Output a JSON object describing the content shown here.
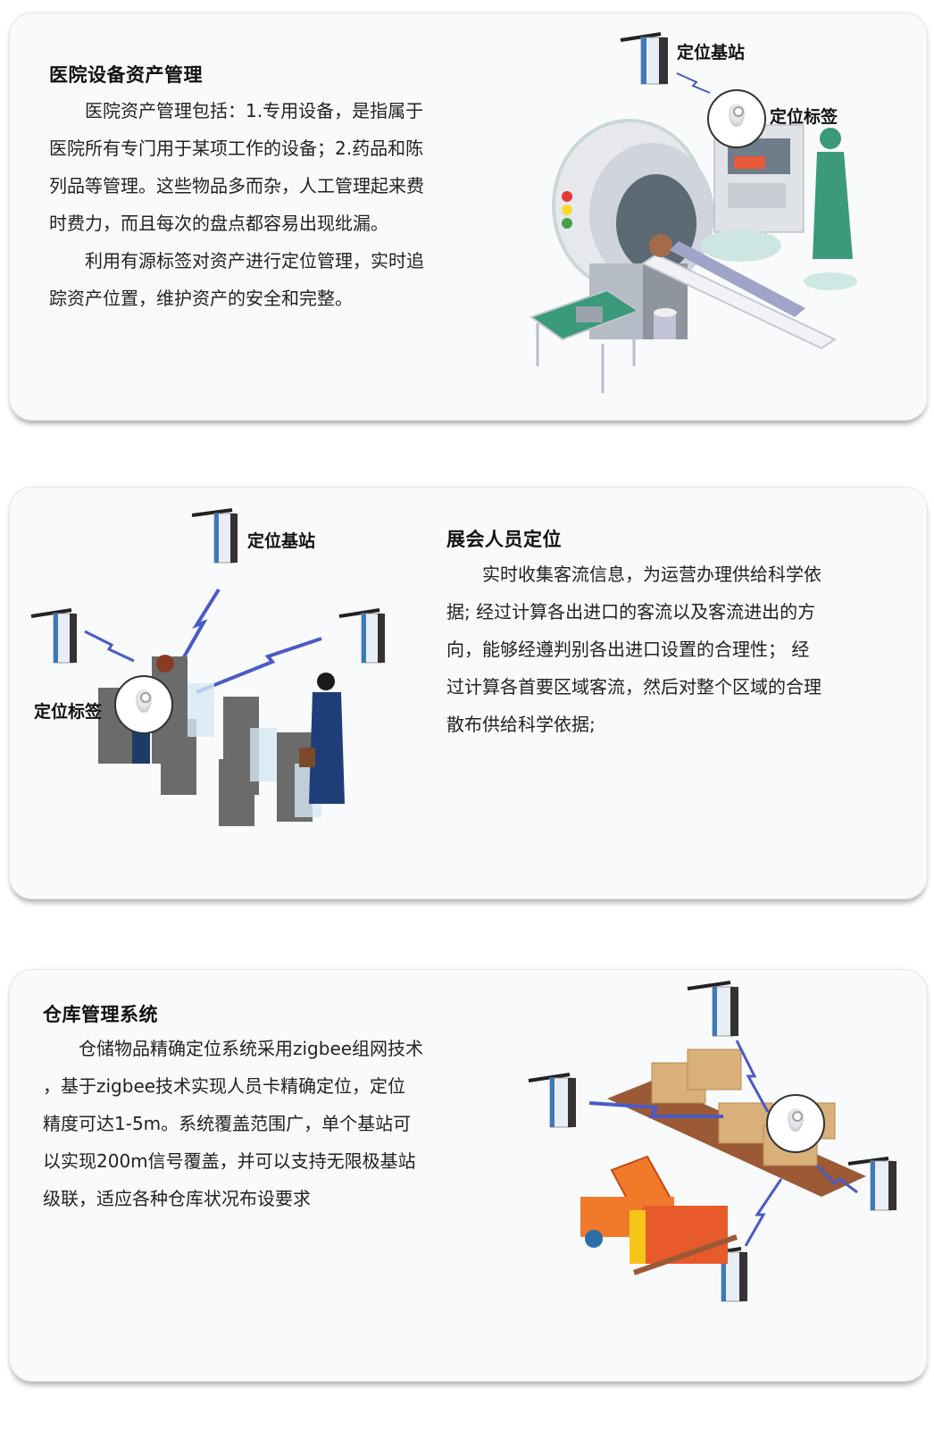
{
  "cards": [
    {
      "title": "医院设备资产管理",
      "paragraphs": [
        "医院资产管理包括：1.专用设备，是指属于医院所有专门用于某项工作的设备；2.药品和陈列品等管理。这些物品多而杂，人工管理起来费时费力，而且每次的盘点都容易出现纰漏。",
        "利用有源标签对资产进行定位管理，实时追踪资产位置，维护资产的安全和完整。"
      ],
      "lines": [
        "医院资产管理包括：1.专用设备，是指属于",
        "医院所有专门用于某项工作的设备；2.药品和陈",
        "列品等管理。这些物品多而杂，人工管理起来费",
        "时费力，而且每次的盘点都容易出现纰漏。",
        "利用有源标签对资产进行定位管理，实时追",
        "踪资产位置，维护资产的安全和完整。"
      ],
      "illustration": {
        "scene": "hospital-mri-room",
        "labels": {
          "base_station": "定位基站",
          "tag": "定位标签"
        }
      }
    },
    {
      "title": "展会人员定位",
      "lines": [
        "实时收集客流信息，为运营办理供给科学依",
        "据; 经过计算各出进口的客流以及客流进出的方",
        "向，能够经遵判别各出进口设置的合理性；  经",
        "过计算各首要区域客流，然后对整个区域的合理",
        "散布供给科学依据;"
      ],
      "illustration": {
        "scene": "exhibition-turnstiles",
        "labels": {
          "base_station": "定位基站",
          "tag": "定位标签"
        }
      }
    },
    {
      "title": "仓库管理系统",
      "lines": [
        "仓储物品精确定位系统采用zigbee组网技术",
        "，基于zigbee技术实现人员卡精确定位，定位",
        "精度可达1-5m。系统覆盖范围广，单个基站可",
        "以实现200m信号覆盖，并可以支持无限极基站",
        "级联，适应各种仓库状况布设要求"
      ],
      "illustration": {
        "scene": "warehouse-forklift-pallets"
      }
    }
  ],
  "colors": {
    "card_bg": "#f9fafc",
    "signal": "#4a5bc4",
    "station_blue": "#3d7ab8",
    "mri_green": "#3a9a7a",
    "turnstile_gray": "#6b6b6b",
    "forklift_orange": "#f07a2a",
    "box_tan": "#d9b07a",
    "pallet_brown": "#9b5a35"
  }
}
